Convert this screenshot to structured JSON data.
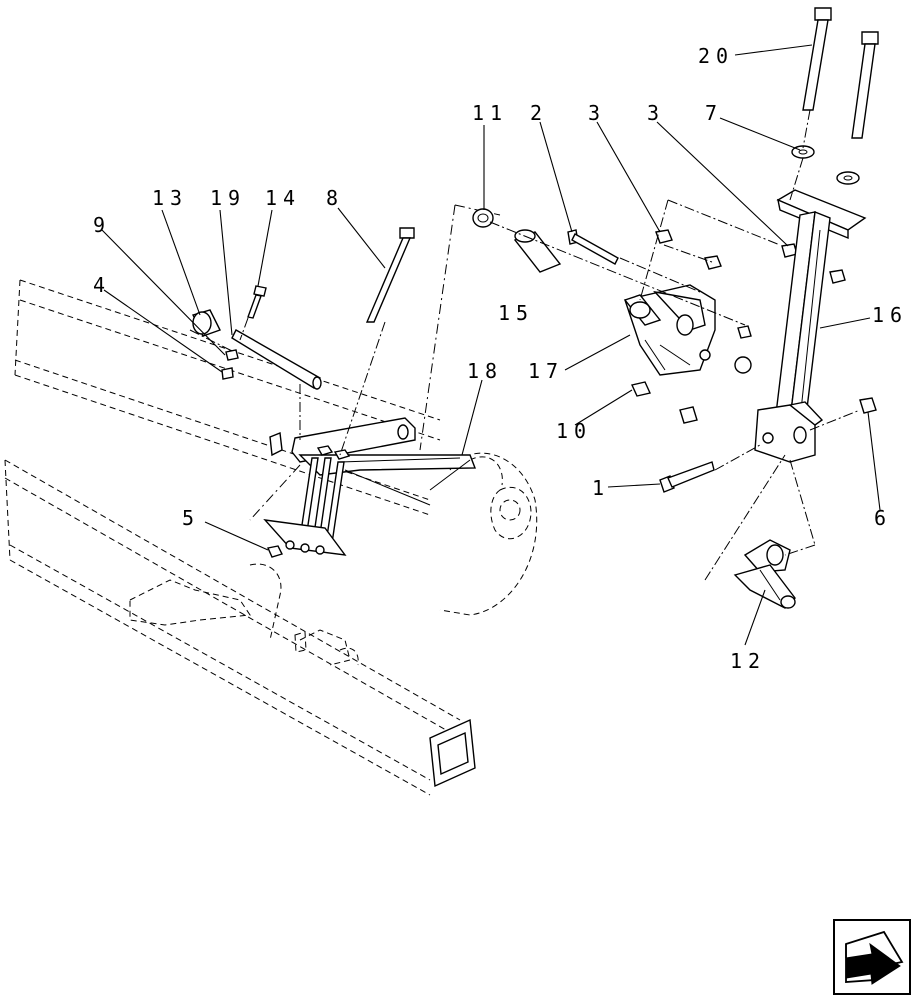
{
  "callouts": {
    "c20": "20",
    "c11": "11",
    "c2": "2",
    "c3a": "3",
    "c3b": "3",
    "c7": "7",
    "c13": "13",
    "c19": "19",
    "c14": "14",
    "c8": "8",
    "c9": "9",
    "c4": "4",
    "c15": "15",
    "c16": "16",
    "c17": "17",
    "c18": "18",
    "c10": "10",
    "c1": "1",
    "c6": "6",
    "c5": "5",
    "c12": "12"
  },
  "nav": {
    "icon": "back-arrow-icon"
  }
}
